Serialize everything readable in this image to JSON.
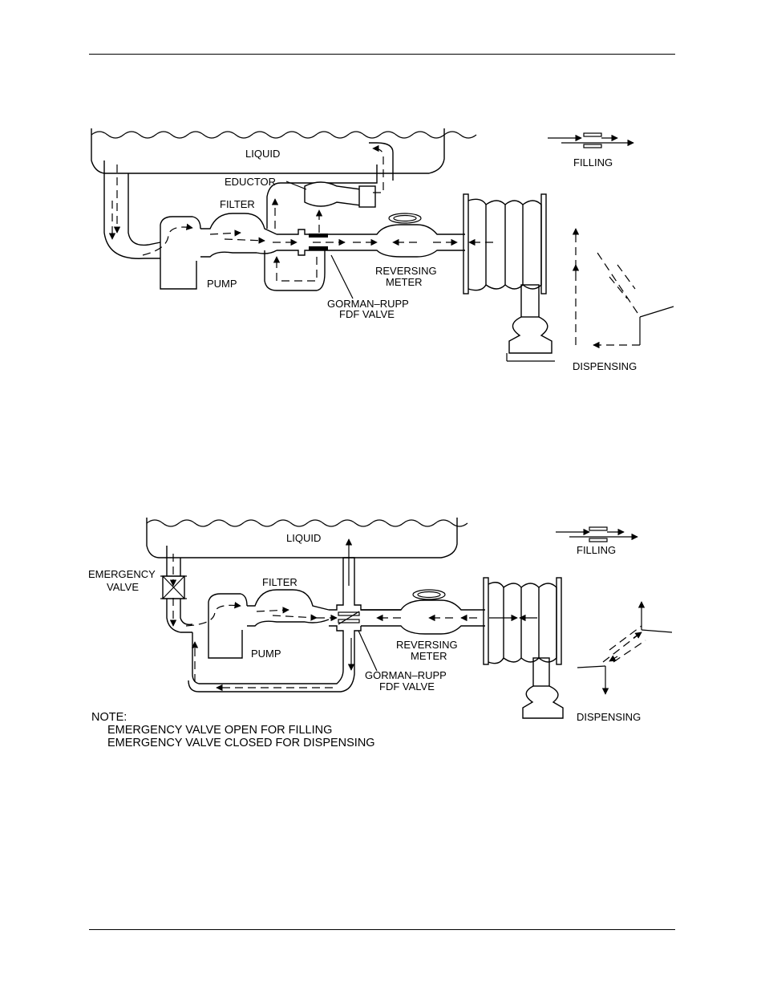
{
  "diagram1": {
    "liquid": "LIQUID",
    "eductor": "EDUCTOR",
    "filter": "FILTER",
    "pump": "PUMP",
    "meter_line1": "REVERSING",
    "meter_line2": "METER",
    "valve_line1": "GORMAN–RUPP",
    "valve_line2": "FDF VALVE",
    "filling": "FILLING",
    "dispensing": "DISPENSING"
  },
  "diagram2": {
    "liquid": "LIQUID",
    "emergency_line1": "EMERGENCY",
    "emergency_line2": "VALVE",
    "filter": "FILTER",
    "pump": "PUMP",
    "meter_line1": "REVERSING",
    "meter_line2": "METER",
    "valve_line1": "GORMAN–RUPP",
    "valve_line2": "FDF VALVE",
    "filling": "FILLING",
    "dispensing": "DISPENSING",
    "note_title": "NOTE:",
    "note_line1": "EMERGENCY VALVE OPEN FOR FILLING",
    "note_line2": "EMERGENCY VALVE CLOSED FOR DISPENSING"
  }
}
